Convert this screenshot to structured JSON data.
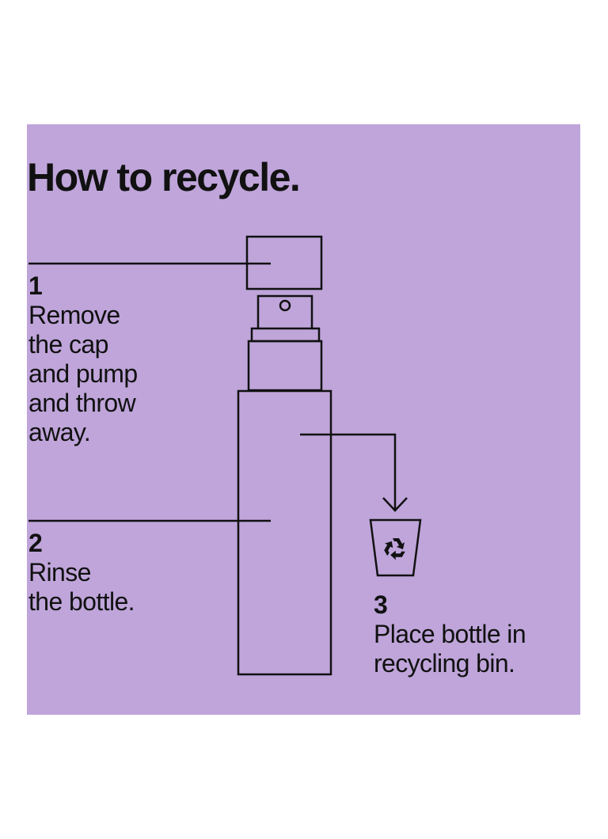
{
  "title": "How to recycle.",
  "steps": [
    {
      "number": "1",
      "text": "Remove\nthe cap\nand pump\nand throw\naway."
    },
    {
      "number": "2",
      "text": "Rinse\nthe bottle."
    },
    {
      "number": "3",
      "text": "Place bottle in\nrecycling bin."
    }
  ],
  "colors": {
    "background": "#bfa5da",
    "ink": "#111111"
  },
  "icons": [
    "bottle-illustration",
    "cap-icon",
    "pump-icon",
    "arrow-icon",
    "recycling-bin-icon",
    "recycle-symbol-icon"
  ]
}
